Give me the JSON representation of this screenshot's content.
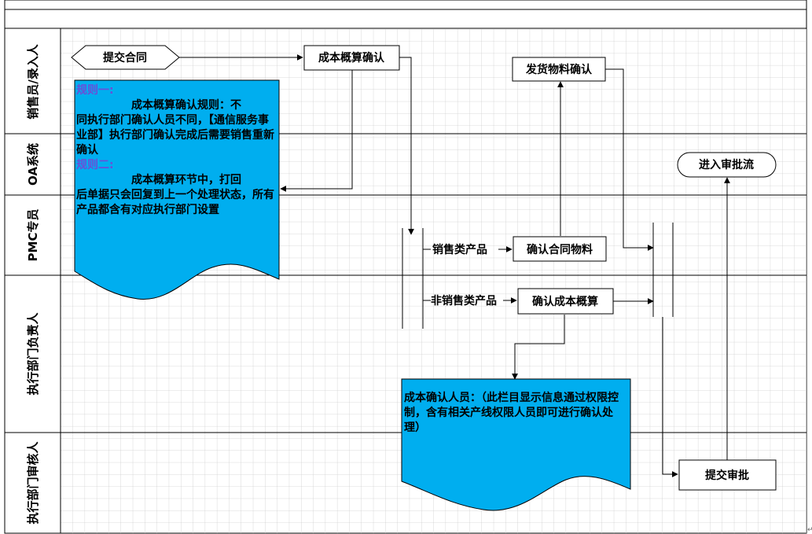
{
  "lanes": [
    {
      "label": "销售员/录入人"
    },
    {
      "label": "OA系统"
    },
    {
      "label": "PMC专员"
    },
    {
      "label": "执行部门负责人"
    },
    {
      "label": "执行部门审核人"
    }
  ],
  "nodes": {
    "submit_contract": "提交合同",
    "cost_estimate_confirm": "成本概算确认",
    "shipping_material_confirm": "发货物料确认",
    "enter_approval_flow": "进入审批流",
    "confirm_contract_material": "确认合同物料",
    "confirm_cost_estimate": "确认成本概算",
    "submit_approval": "提交审批"
  },
  "edge_labels": {
    "sales_product": "销售类产品",
    "non_sales_product": "非销售类产品"
  },
  "notes": {
    "rules": {
      "rule1_title": "规则一:",
      "rule1_text_a": "成本概算确认规则：不",
      "rule1_text_b": "同执行部门确认人员不同，【通信服务事业部】执行部门确认完成后需要销售重新确认",
      "rule2_title": "规则二:",
      "rule2_text_a": "成本概算环节中，打回",
      "rule2_text_b": "后单据只会回复到上一个处理状态，所有产品都含有对应执行部门设置"
    },
    "cost_personnel": "成本确认人员：（此栏目显示信息通过权限控制，含有相关产线权限人员即可进行确认处理）"
  },
  "colors": {
    "note_fill": "#00aeef",
    "grid": "#cfcfcf",
    "line": "#000000",
    "rule_title": "#6a4fd8"
  }
}
